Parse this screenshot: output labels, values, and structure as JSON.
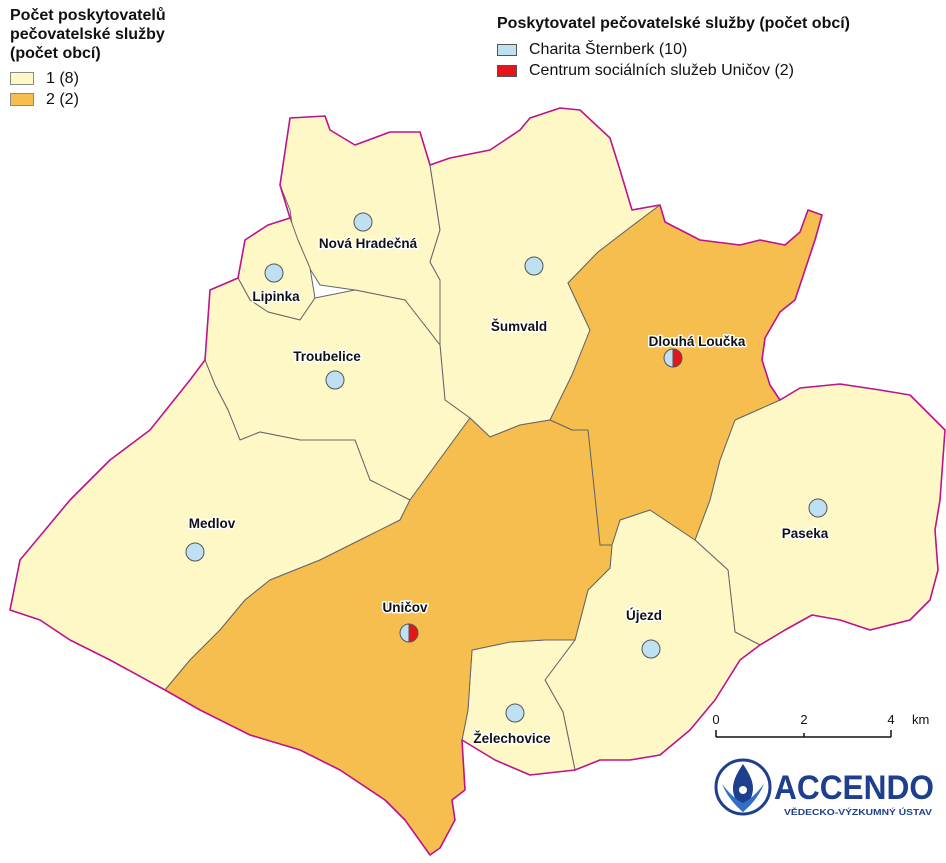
{
  "legend_count": {
    "title_lines": [
      "Počet poskytovatelů",
      "pečovatelské služby",
      "(počet obcí)"
    ],
    "classes": [
      {
        "label": "1 (8)",
        "color": "#fdf8c6"
      },
      {
        "label": "2 (2)",
        "color": "#f6be4f"
      }
    ]
  },
  "legend_providers": {
    "title": "Poskytovatel pečovatelské služby (počet obcí)",
    "items": [
      {
        "label": "Charita Šternberk (10)",
        "color": "#bfe0f0"
      },
      {
        "label": "Centrum sociálních služeb Uničov (2)",
        "color": "#e4151b"
      }
    ]
  },
  "municipalities": [
    {
      "name": "Nová Hradečná",
      "providers": 1
    },
    {
      "name": "Lipinka",
      "providers": 1
    },
    {
      "name": "Šumvald",
      "providers": 1
    },
    {
      "name": "Dlouhá Loučka",
      "providers": 2
    },
    {
      "name": "Troubelice",
      "providers": 1
    },
    {
      "name": "Medlov",
      "providers": 1
    },
    {
      "name": "Paseka",
      "providers": 1
    },
    {
      "name": "Uničov",
      "providers": 2
    },
    {
      "name": "Újezd",
      "providers": 1
    },
    {
      "name": "Želechovice",
      "providers": 1
    }
  ],
  "scale": {
    "ticks": [
      "0",
      "2",
      "4"
    ],
    "unit": "km"
  },
  "logo": {
    "name": "ACCENDO",
    "subtitle": "VĚDECKO-VÝZKUMNÝ ÚSTAV"
  },
  "colors": {
    "boundary_outer": "#c0128c",
    "boundary_inner": "#666666",
    "one_provider": "#fdf8c6",
    "two_providers": "#f6be4f",
    "charita": "#bfe0f0",
    "css_unicov": "#e4151b",
    "logo_blue": "#1d3f8e"
  }
}
